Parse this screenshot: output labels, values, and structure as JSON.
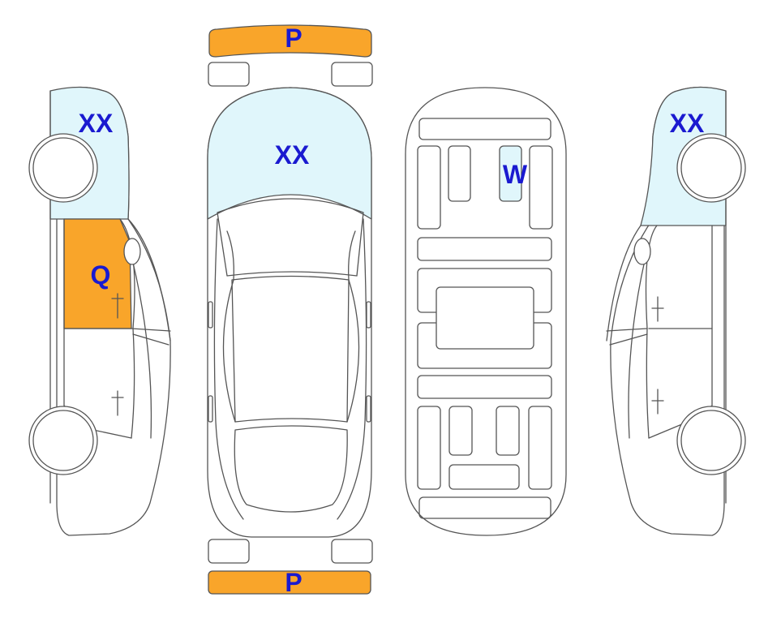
{
  "colors": {
    "outline": "#555555",
    "glass_fill": "#e0f6fb",
    "damage_fill": "#f9a52a",
    "label_text": "#1a1ad0",
    "body_fill": "#ffffff"
  },
  "labels": {
    "front_bumper": "P",
    "rear_bumper": "P",
    "windshield": "XX",
    "left_glass": "XX",
    "right_glass": "XX",
    "left_front_door": "Q",
    "interior_seat": "W"
  }
}
